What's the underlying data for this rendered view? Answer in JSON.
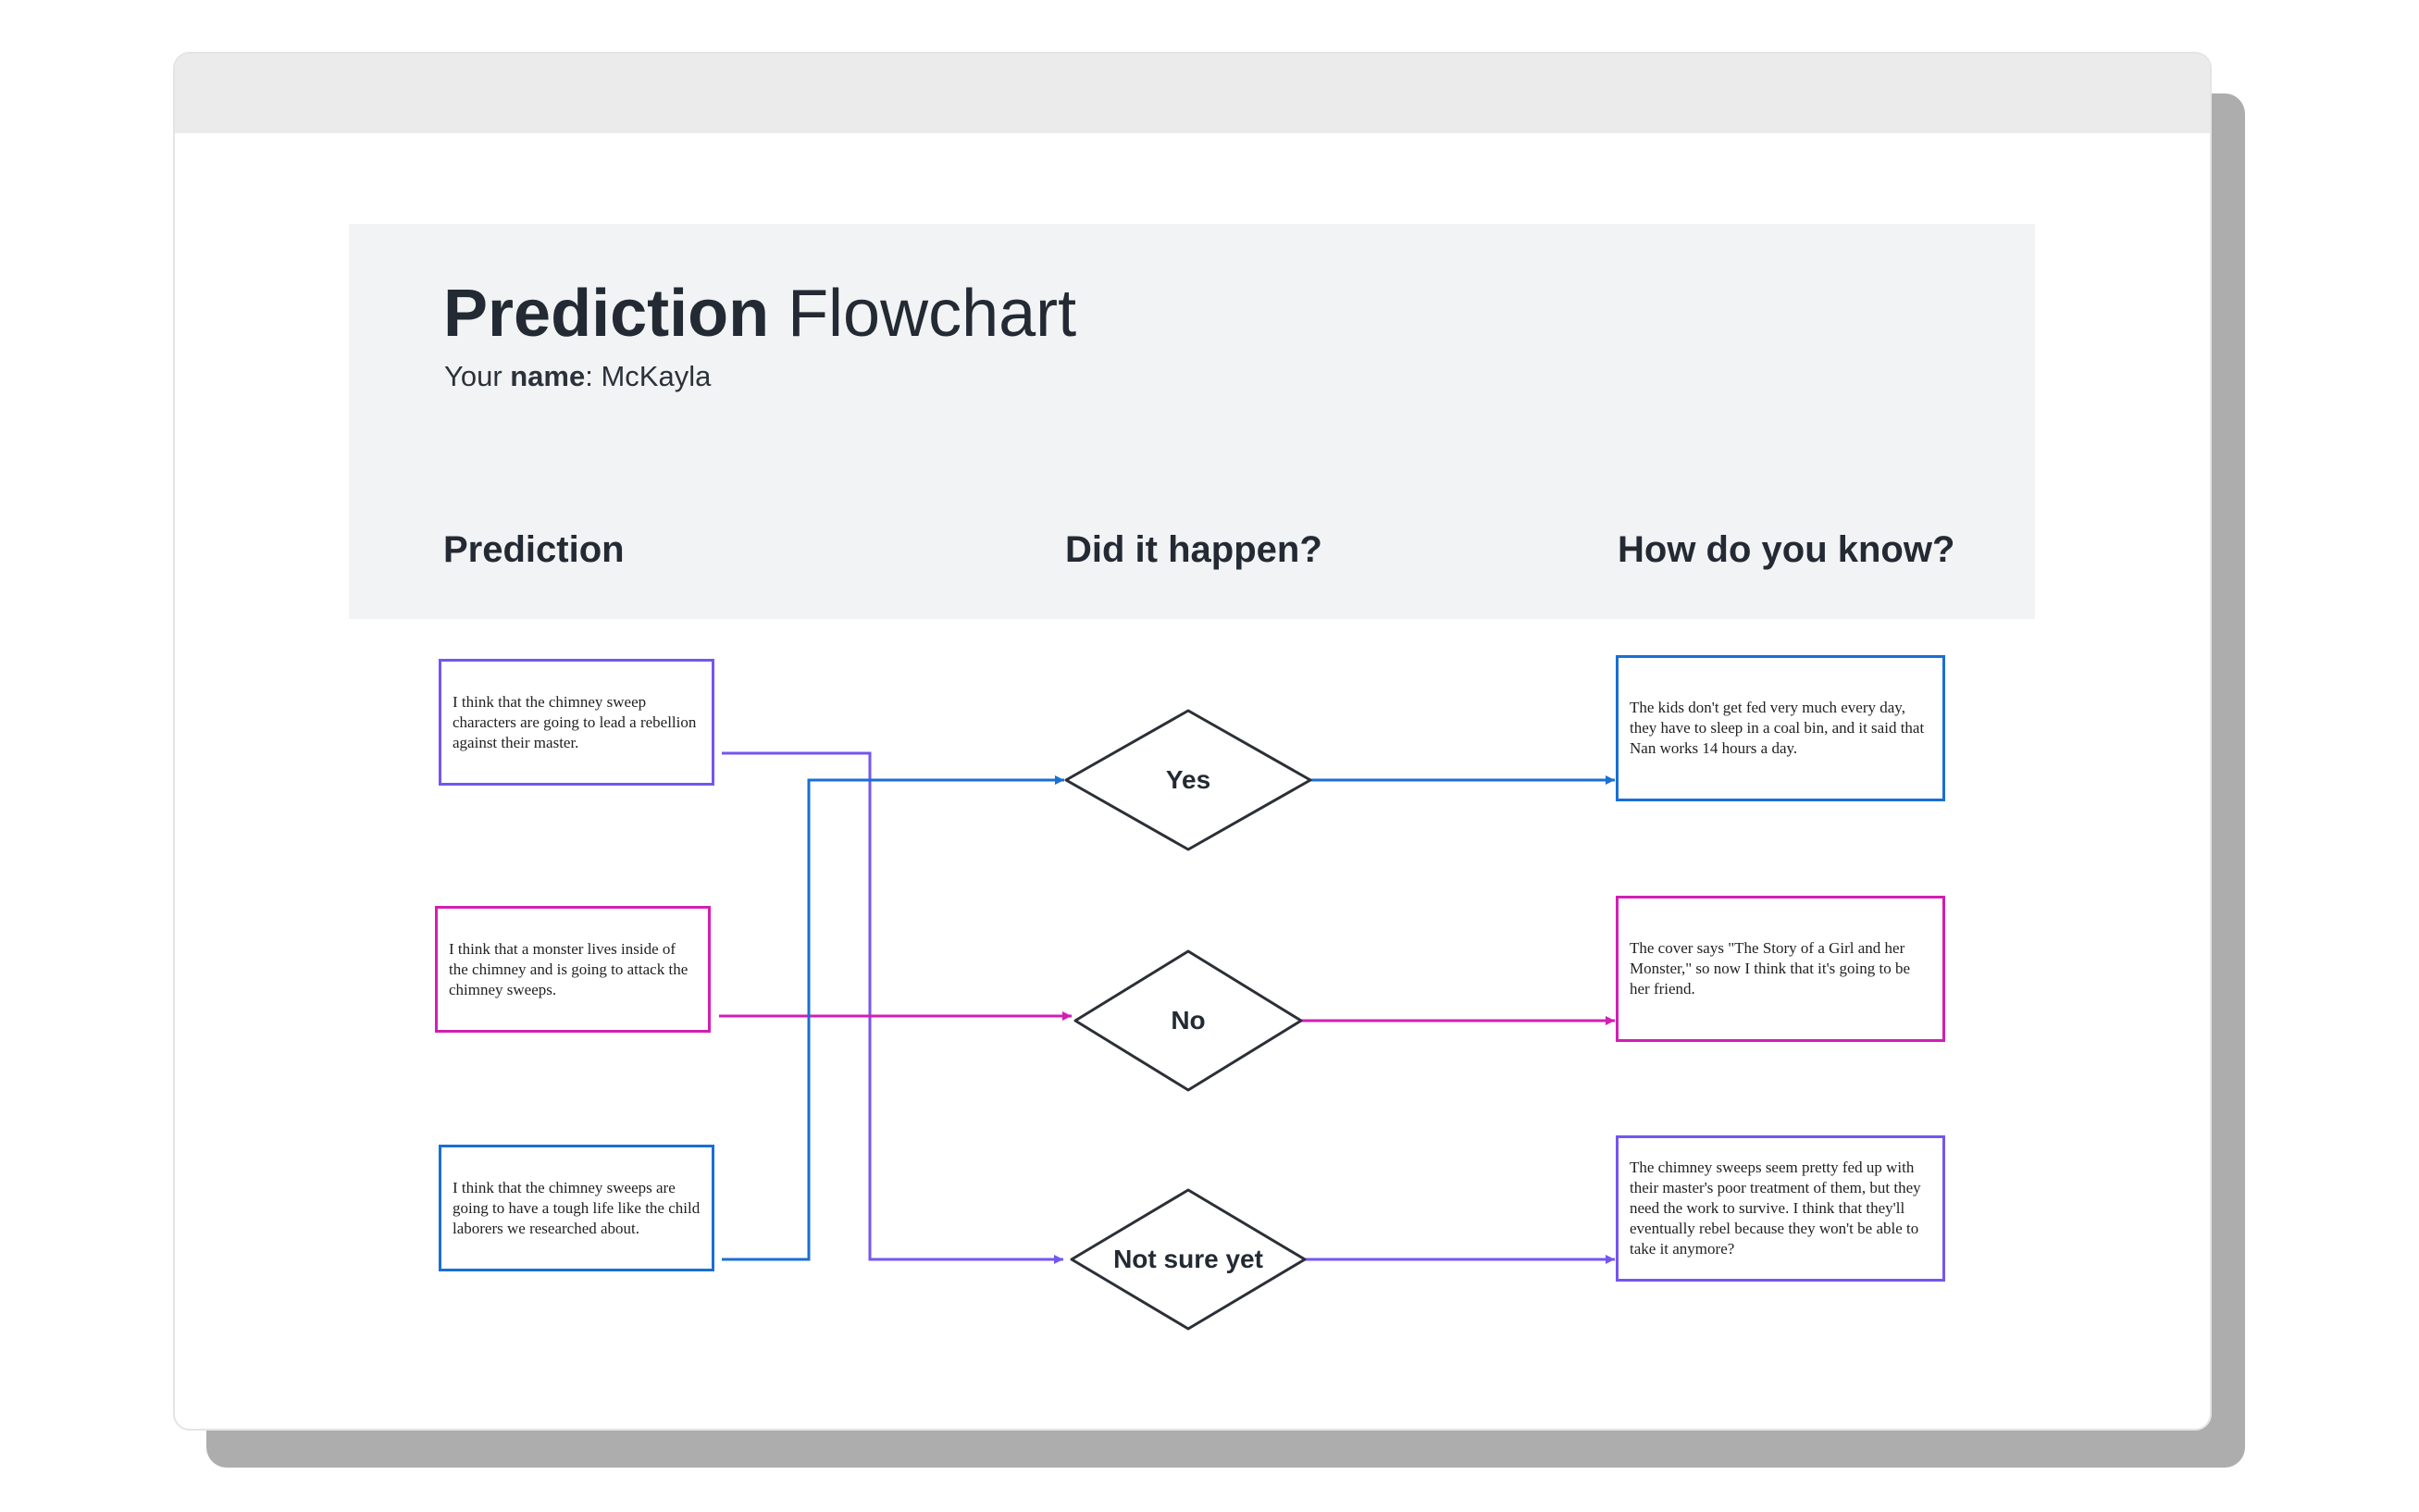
{
  "header": {
    "title_bold": "Prediction",
    "title_rest": " Flowchart",
    "name_prefix": "Your ",
    "name_bold": "name",
    "name_suffix": ": McKayla"
  },
  "columns": {
    "prediction": "Prediction",
    "happened": "Did it happen?",
    "how_know": "How do you know?"
  },
  "predictions": [
    {
      "text": "I think that the chimney sweep characters are going to lead a rebellion against their master.",
      "color": "#7456f0"
    },
    {
      "text": "I think that a monster lives inside of the chimney and is going to attack the chimney sweeps.",
      "color": "#d21fb4"
    },
    {
      "text": "I think that the chimney sweeps are going to have a tough life like the child laborers we researched about.",
      "color": "#1a6fd4"
    }
  ],
  "decisions": [
    {
      "label": "Yes"
    },
    {
      "label": "No"
    },
    {
      "label": "Not sure yet"
    }
  ],
  "evidence": [
    {
      "text": "The kids don't get fed very much every day, they have to sleep in a coal bin, and it said that Nan works 14 hours a day.",
      "color": "#1a6fd4"
    },
    {
      "text": "The cover says \"The Story of a Girl and her Monster,\" so now I think that it's going to be her friend.",
      "color": "#d21fb4"
    },
    {
      "text": "The chimney sweeps seem pretty fed up with their master's poor treatment of them, but they need the work to survive. I think that they'll eventually rebel because they won't be able to take it anymore?",
      "color": "#7456f0"
    }
  ],
  "colors": {
    "purple": "#7456f0",
    "pink": "#d21fb4",
    "blue": "#1a6fd4",
    "diamond_stroke": "#2b2f36",
    "header_bg": "#f2f3f5"
  }
}
